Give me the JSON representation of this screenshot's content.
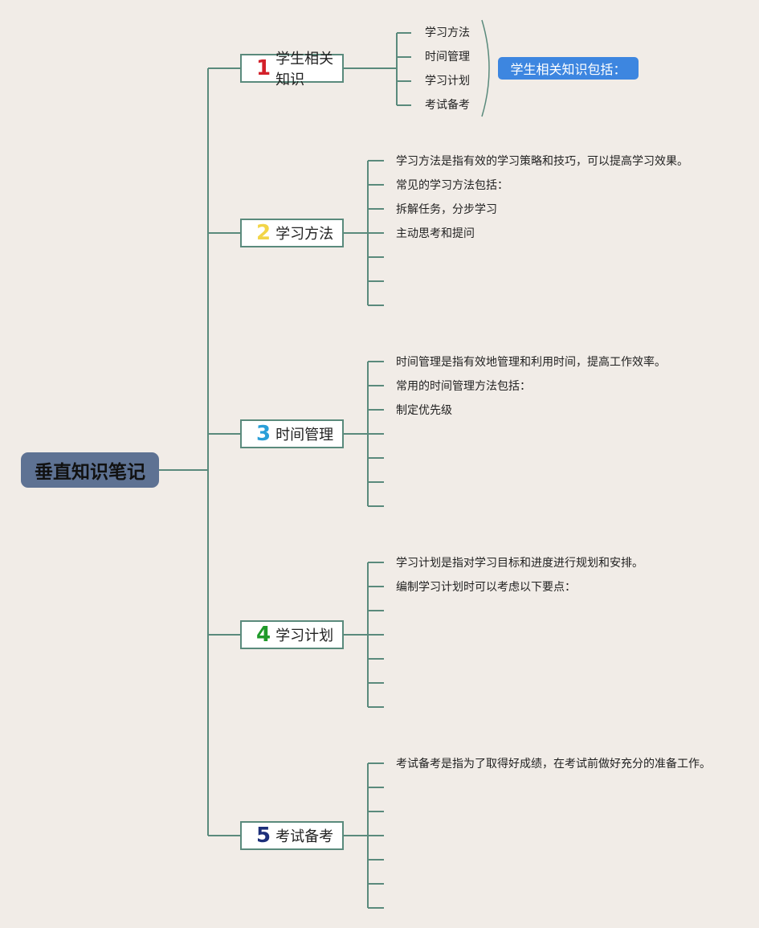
{
  "root": {
    "label": "垂直知识笔记"
  },
  "summary": {
    "label": "学生相关知识包括："
  },
  "colors": {
    "background": "#f1ece7",
    "root_fill": "#5e7293",
    "connector": "#5a8a7c",
    "summary_fill": "#3d86e0",
    "num1": "#d3202a",
    "num2": "#f2d548",
    "num3": "#2a9fd8",
    "num4": "#1f9a2a",
    "num5": "#1d2f7a"
  },
  "topics": [
    {
      "num": "1",
      "label": "学生相关知识",
      "items": [
        "学习方法",
        "时间管理",
        "学习计划",
        "考试备考"
      ]
    },
    {
      "num": "2",
      "label": "学习方法",
      "items": [
        "学习方法是指有效的学习策略和技巧，可以提高学习效果。",
        "常见的学习方法包括：",
        "拆解任务，分步学习",
        "主动思考和提问",
        "",
        "",
        ""
      ]
    },
    {
      "num": "3",
      "label": "时间管理",
      "items": [
        "时间管理是指有效地管理和利用时间，提高工作效率。",
        "常用的时间管理方法包括：",
        "制定优先级",
        "",
        "",
        "",
        ""
      ]
    },
    {
      "num": "4",
      "label": "学习计划",
      "items": [
        "学习计划是指对学习目标和进度进行规划和安排。",
        "编制学习计划时可以考虑以下要点：",
        "",
        "",
        "",
        "",
        ""
      ]
    },
    {
      "num": "5",
      "label": "考试备考",
      "items": [
        "考试备考是指为了取得好成绩，在考试前做好充分的准备工作。",
        "",
        "",
        "",
        "",
        "",
        ""
      ]
    }
  ]
}
